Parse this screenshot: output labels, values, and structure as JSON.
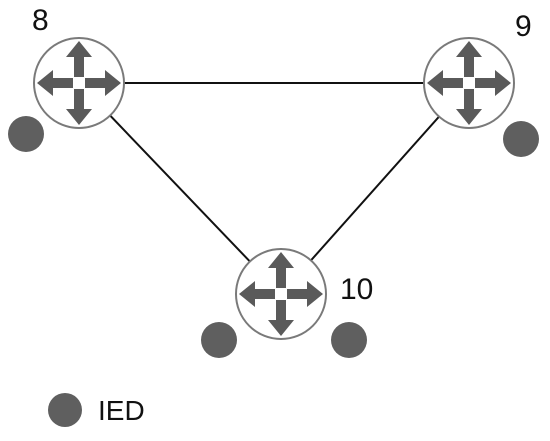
{
  "colors": {
    "line": "#111111",
    "router_stroke": "#7a7a7a",
    "router_fill": "#ffffff",
    "arrow": "#5a5a5a",
    "ied": "#5f5f5f"
  },
  "nodes": [
    {
      "id": "r8",
      "label": "8"
    },
    {
      "id": "r9",
      "label": "9"
    },
    {
      "id": "r10",
      "label": "10"
    }
  ],
  "links": [
    {
      "from": "r8",
      "to": "r9"
    },
    {
      "from": "r8",
      "to": "r10"
    },
    {
      "from": "r9",
      "to": "r10"
    }
  ],
  "ieds": [
    {
      "attached_to": "r8"
    },
    {
      "attached_to": "r9"
    },
    {
      "attached_to": "r10"
    },
    {
      "attached_to": "r10"
    }
  ],
  "legend": {
    "label": "IED",
    "icon": "ied-dot-icon"
  },
  "icons": {
    "router": "router-crossed-arrows-icon"
  }
}
